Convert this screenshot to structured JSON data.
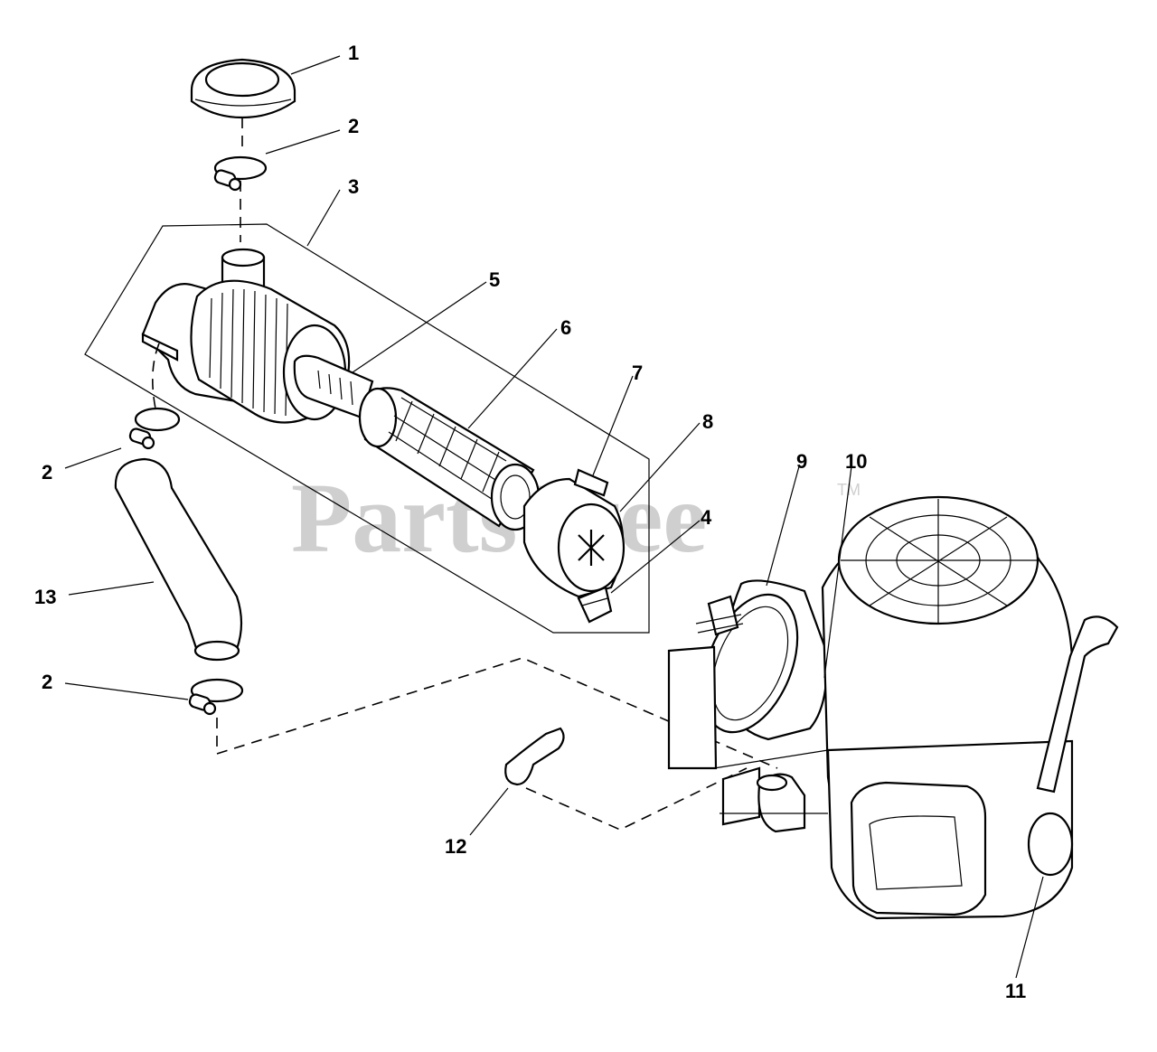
{
  "watermark": {
    "text": "PartsTree",
    "trademark": "TM"
  },
  "callouts": [
    {
      "id": "c1",
      "label": "1"
    },
    {
      "id": "c2a",
      "label": "2"
    },
    {
      "id": "c3",
      "label": "3"
    },
    {
      "id": "c5",
      "label": "5"
    },
    {
      "id": "c6",
      "label": "6"
    },
    {
      "id": "c7",
      "label": "7"
    },
    {
      "id": "c8",
      "label": "8"
    },
    {
      "id": "c2b",
      "label": "2"
    },
    {
      "id": "c9",
      "label": "9"
    },
    {
      "id": "c10",
      "label": "10"
    },
    {
      "id": "c4",
      "label": "4"
    },
    {
      "id": "c13",
      "label": "13"
    },
    {
      "id": "c2c",
      "label": "2"
    },
    {
      "id": "c12",
      "label": "12"
    },
    {
      "id": "c11",
      "label": "11"
    }
  ]
}
